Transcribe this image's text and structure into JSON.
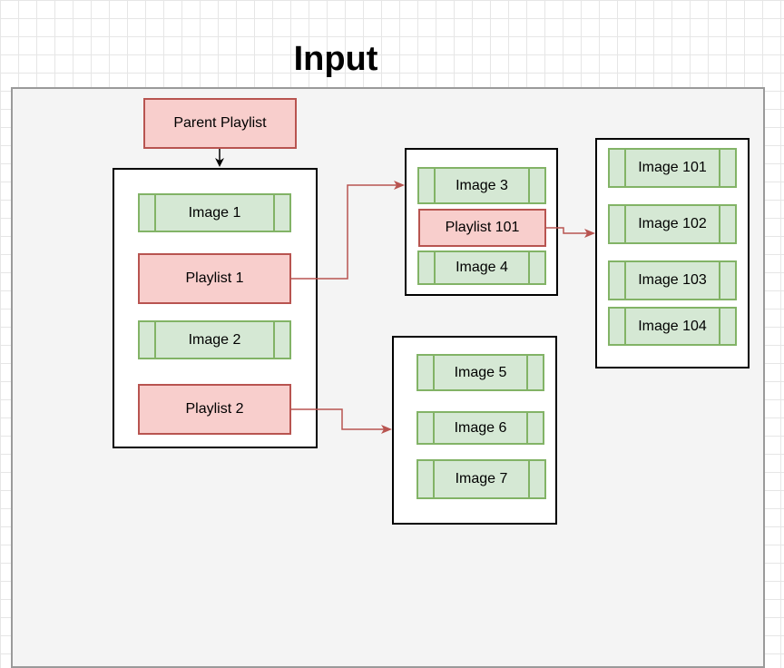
{
  "title": "Input",
  "parent_playlist": "Parent Playlist",
  "left_group": {
    "image_1": "Image 1",
    "playlist_1": "Playlist 1",
    "image_2": "Image 2",
    "playlist_2": "Playlist 2"
  },
  "group_a": {
    "image_3": "Image 3",
    "playlist_101": "Playlist 101",
    "image_4": "Image 4"
  },
  "group_b": {
    "image_101": "Image 101",
    "image_102": "Image 102",
    "image_103": "Image 103",
    "image_104": "Image 104"
  },
  "group_c": {
    "image_5": "Image 5",
    "image_6": "Image 6",
    "image_7": "Image 7"
  },
  "colors": {
    "image_fill": "#d5e8d4",
    "image_stroke": "#82b366",
    "playlist_fill": "#f8cecc",
    "playlist_stroke": "#b85450",
    "arrow_black": "#000000",
    "arrow_red": "#b85450"
  }
}
